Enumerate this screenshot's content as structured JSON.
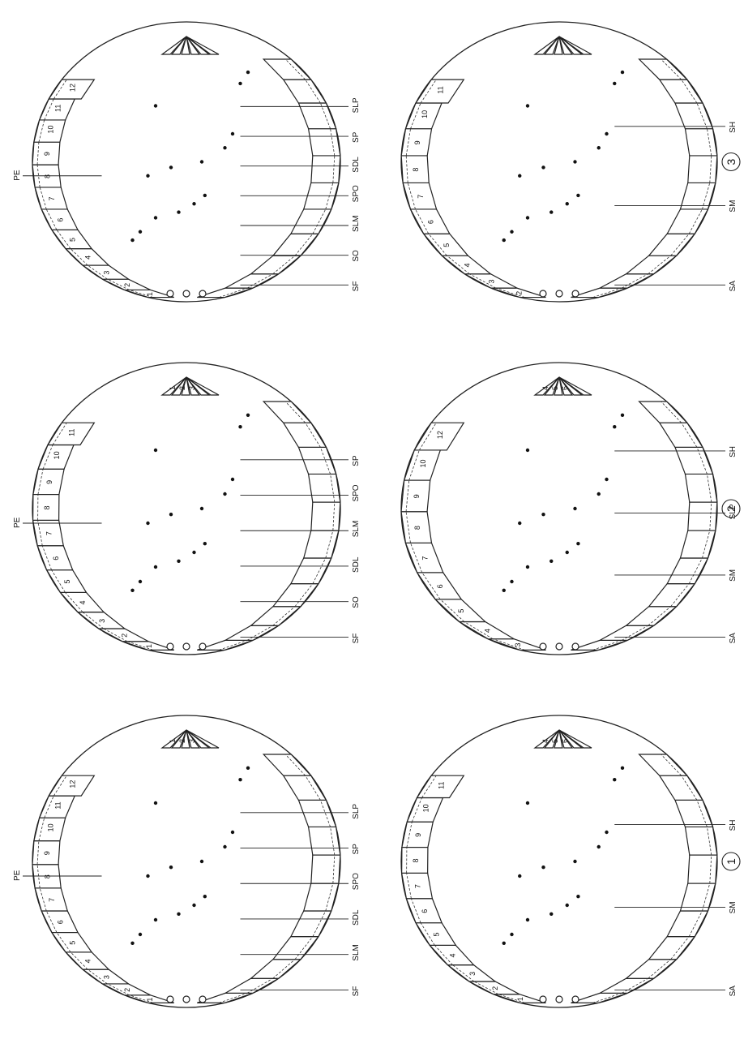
{
  "figures": [
    {
      "id": "1",
      "marker": "1",
      "top_labels": [
        "SF",
        "SLM",
        "SDL",
        "SPO",
        "SP",
        "SLP",
        "PE"
      ],
      "bottom_labels": [
        "SA",
        "SM",
        "SH"
      ],
      "top_plate_numbers": [
        "1",
        "2",
        "3",
        "4",
        "5",
        "6",
        "7",
        "8",
        "9",
        "10",
        "11",
        "12"
      ],
      "bottom_plate_numbers": [
        "1",
        "2",
        "3",
        "4",
        "5",
        "6",
        "7",
        "8",
        "9",
        "10",
        "11"
      ],
      "anal_numbers": [
        "1",
        "2",
        "3"
      ],
      "anal_numbers_bottom": [
        "4",
        "5",
        "6"
      ]
    },
    {
      "id": "2",
      "marker": "2",
      "top_labels": [
        "SF",
        "SO",
        "SDL",
        "SLM",
        "SPO",
        "SP",
        "PE"
      ],
      "bottom_labels": [
        "SA",
        "SM",
        "SLP",
        "SH"
      ],
      "top_plate_numbers": [
        "1",
        "2",
        "3",
        "4",
        "5",
        "6",
        "7",
        "8",
        "9",
        "10",
        "11"
      ],
      "bottom_plate_numbers": [
        "3",
        "4",
        "5",
        "6",
        "7",
        "8",
        "9",
        "10",
        "12"
      ],
      "anal_numbers": [
        "1",
        "2",
        "3"
      ],
      "anal_numbers_bottom": [
        "4",
        "5",
        "6"
      ]
    },
    {
      "id": "3",
      "marker": "3",
      "top_labels": [
        "SF",
        "SO",
        "SLM",
        "SPO",
        "SDL",
        "SP",
        "SLP",
        "PE"
      ],
      "bottom_labels": [
        "SA",
        "SM",
        "SH"
      ],
      "top_plate_numbers": [
        "1",
        "2",
        "3",
        "4",
        "5",
        "6",
        "7",
        "8",
        "9",
        "10",
        "11",
        "12"
      ],
      "bottom_plate_numbers": [
        "2",
        "3",
        "4",
        "5",
        "6",
        "7",
        "8",
        "9",
        "10",
        "11"
      ],
      "anal_numbers": [],
      "anal_numbers_bottom": []
    }
  ]
}
